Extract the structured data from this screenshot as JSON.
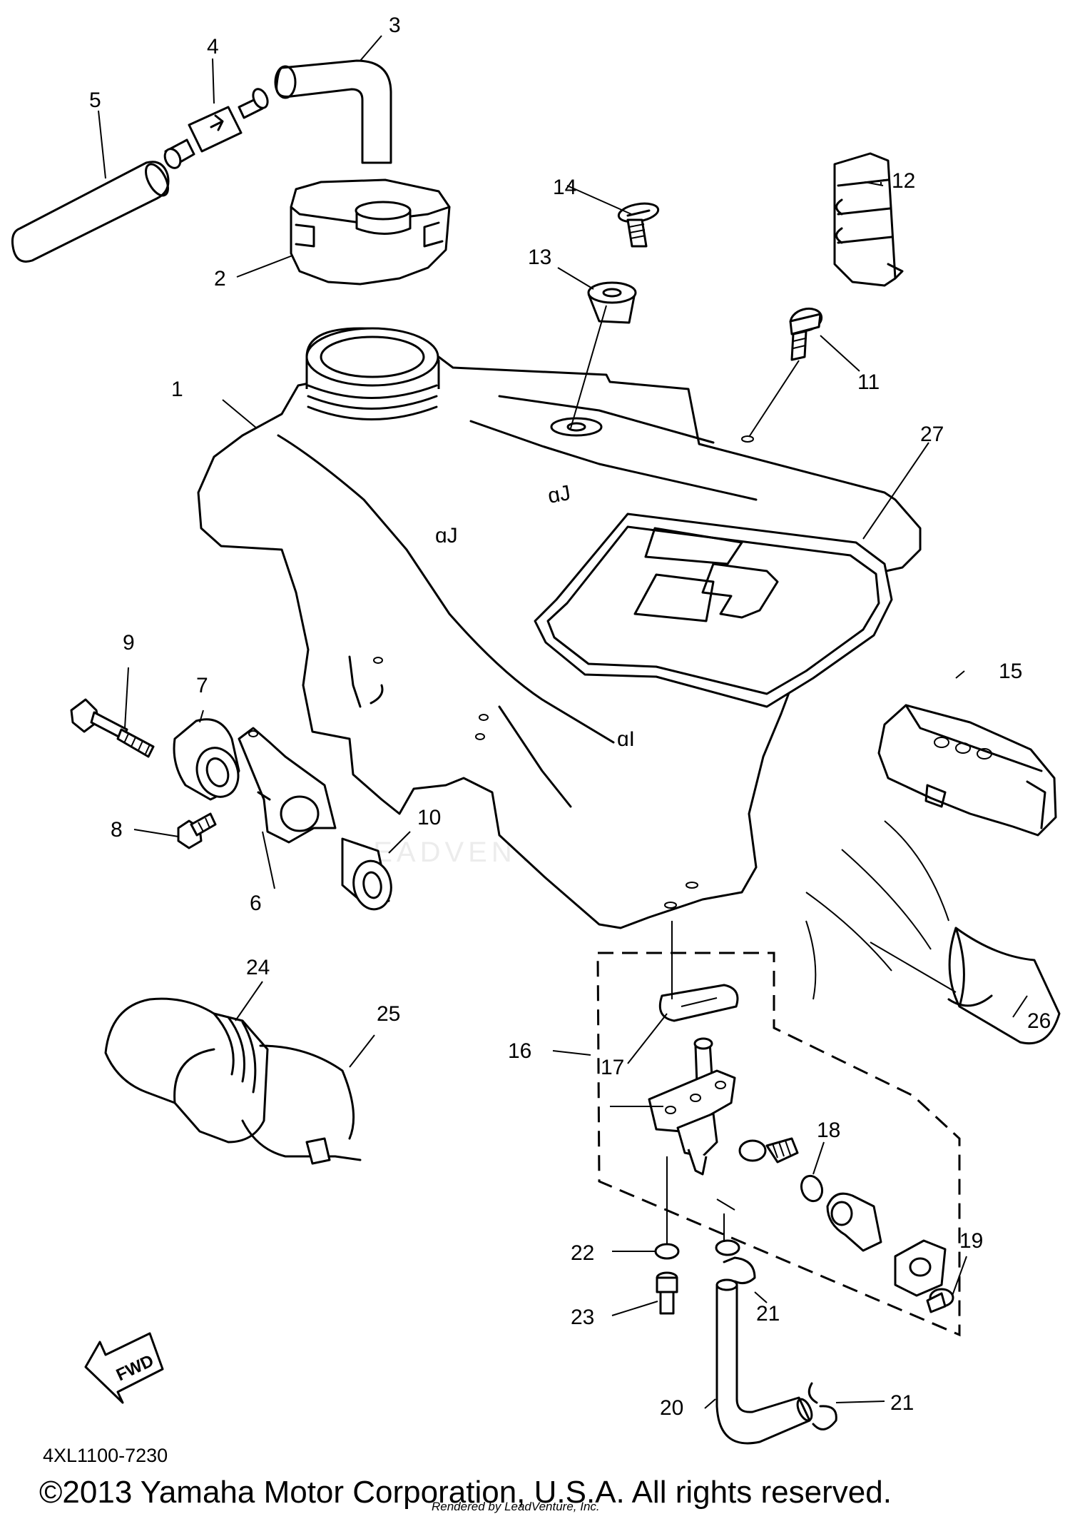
{
  "diagram": {
    "callouts": [
      {
        "id": "1",
        "label": "1"
      },
      {
        "id": "2",
        "label": "2"
      },
      {
        "id": "3",
        "label": "3"
      },
      {
        "id": "4",
        "label": "4"
      },
      {
        "id": "5",
        "label": "5"
      },
      {
        "id": "6",
        "label": "6"
      },
      {
        "id": "7",
        "label": "7"
      },
      {
        "id": "8",
        "label": "8"
      },
      {
        "id": "9",
        "label": "9"
      },
      {
        "id": "10",
        "label": "10"
      },
      {
        "id": "11",
        "label": "11"
      },
      {
        "id": "12",
        "label": "12"
      },
      {
        "id": "13",
        "label": "13"
      },
      {
        "id": "14",
        "label": "14"
      },
      {
        "id": "15",
        "label": "15"
      },
      {
        "id": "16",
        "label": "16"
      },
      {
        "id": "17",
        "label": "17"
      },
      {
        "id": "18",
        "label": "18"
      },
      {
        "id": "19",
        "label": "19"
      },
      {
        "id": "20",
        "label": "20"
      },
      {
        "id": "21a",
        "label": "21"
      },
      {
        "id": "21b",
        "label": "21"
      },
      {
        "id": "22",
        "label": "22"
      },
      {
        "id": "23",
        "label": "23"
      },
      {
        "id": "24",
        "label": "24"
      },
      {
        "id": "25",
        "label": "25"
      },
      {
        "id": "26",
        "label": "26"
      },
      {
        "id": "27",
        "label": "27"
      }
    ],
    "fwd_label": "FWD",
    "diagram_code": "4XL1100-7230",
    "watermark": "LEADVENTURE",
    "copyright": "©2013 Yamaha Motor Corporation, U.S.A. All rights reserved.",
    "rendered_by": "Rendered by LeadVenture, Inc."
  }
}
